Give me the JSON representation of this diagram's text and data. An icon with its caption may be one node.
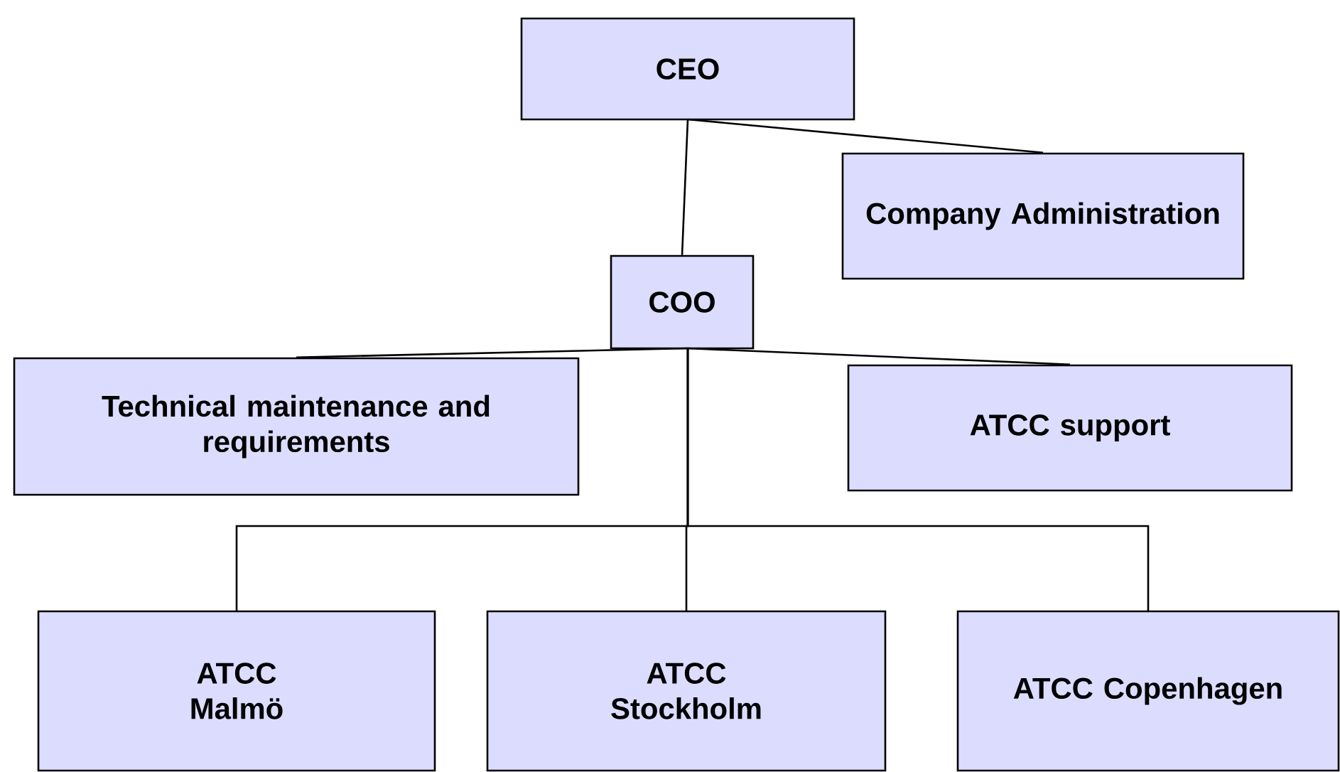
{
  "diagram": {
    "nodes": [
      {
        "text": [
          "CEO"
        ]
      },
      {
        "text": [
          "Company Administration"
        ]
      },
      {
        "text": [
          "COO"
        ]
      },
      {
        "text": [
          "Technical maintenance and requirements"
        ]
      },
      {
        "text": [
          "ATCC support"
        ]
      },
      {
        "text": [
          "ATCC Malmö"
        ]
      },
      {
        "text": [
          "ATCC Stockholm"
        ]
      },
      {
        "text": [
          "ATCC Copenhagen"
        ]
      }
    ],
    "edges": [
      {
        "from": 0,
        "to": 1,
        "arrow": "none"
      },
      {
        "from": 0,
        "to": 2,
        "arrow": "none"
      },
      {
        "from": 2,
        "to": 3,
        "arrow": "none"
      },
      {
        "from": 2,
        "to": 4,
        "arrow": "none"
      },
      {
        "from": 2,
        "to": 5,
        "arrow": "none"
      },
      {
        "from": 2,
        "to": 6,
        "arrow": "none"
      },
      {
        "from": 2,
        "to": 7,
        "arrow": "none"
      }
    ]
  }
}
